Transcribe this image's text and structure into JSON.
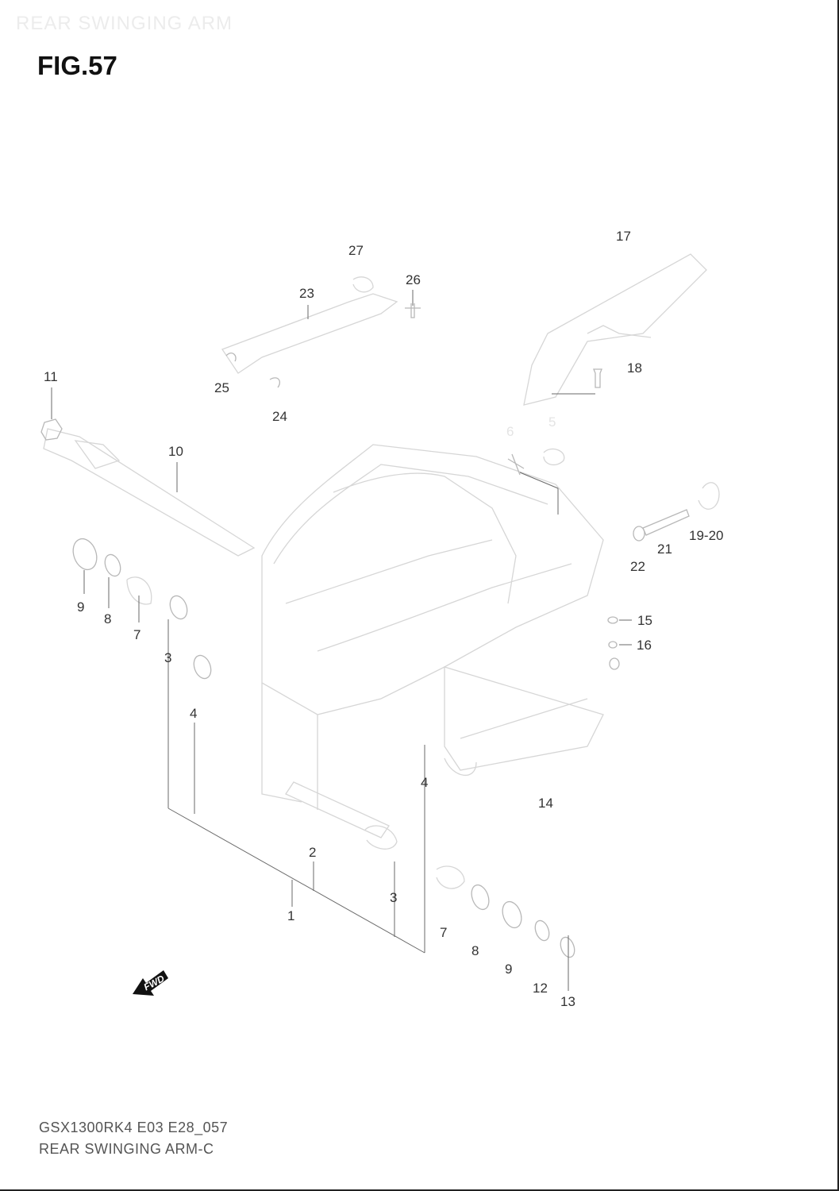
{
  "header": {
    "faint_title": "REAR SWINGING ARM",
    "figure": "FIG.57"
  },
  "footer": {
    "code": "GSX1300RK4 E03 E28_057",
    "name": "REAR SWINGING ARM-C"
  },
  "fwd_arrow": {
    "label": "FWD",
    "icon": "fwd-arrow-icon"
  },
  "callouts": [
    {
      "id": "c27",
      "text": "27"
    },
    {
      "id": "c26",
      "text": "26"
    },
    {
      "id": "c23",
      "text": "23"
    },
    {
      "id": "c17",
      "text": "17"
    },
    {
      "id": "c18",
      "text": "18"
    },
    {
      "id": "c25",
      "text": "25"
    },
    {
      "id": "c24",
      "text": "24"
    },
    {
      "id": "c11",
      "text": "11"
    },
    {
      "id": "c10",
      "text": "10"
    },
    {
      "id": "c5",
      "text": "5"
    },
    {
      "id": "c6",
      "text": "6"
    },
    {
      "id": "c19",
      "text": "19-20"
    },
    {
      "id": "c21",
      "text": "21"
    },
    {
      "id": "c22",
      "text": "22"
    },
    {
      "id": "c9a",
      "text": "9"
    },
    {
      "id": "c8a",
      "text": "8"
    },
    {
      "id": "c7a",
      "text": "7"
    },
    {
      "id": "c3a",
      "text": "3"
    },
    {
      "id": "c4a",
      "text": "4"
    },
    {
      "id": "c15",
      "text": "15"
    },
    {
      "id": "c16",
      "text": "16"
    },
    {
      "id": "c4b",
      "text": "4"
    },
    {
      "id": "c14",
      "text": "14"
    },
    {
      "id": "c2",
      "text": "2"
    },
    {
      "id": "c3b",
      "text": "3"
    },
    {
      "id": "c1",
      "text": "1"
    },
    {
      "id": "c7b",
      "text": "7"
    },
    {
      "id": "c8b",
      "text": "8"
    },
    {
      "id": "c9b",
      "text": "9"
    },
    {
      "id": "c12",
      "text": "12"
    },
    {
      "id": "c13",
      "text": "13"
    }
  ]
}
